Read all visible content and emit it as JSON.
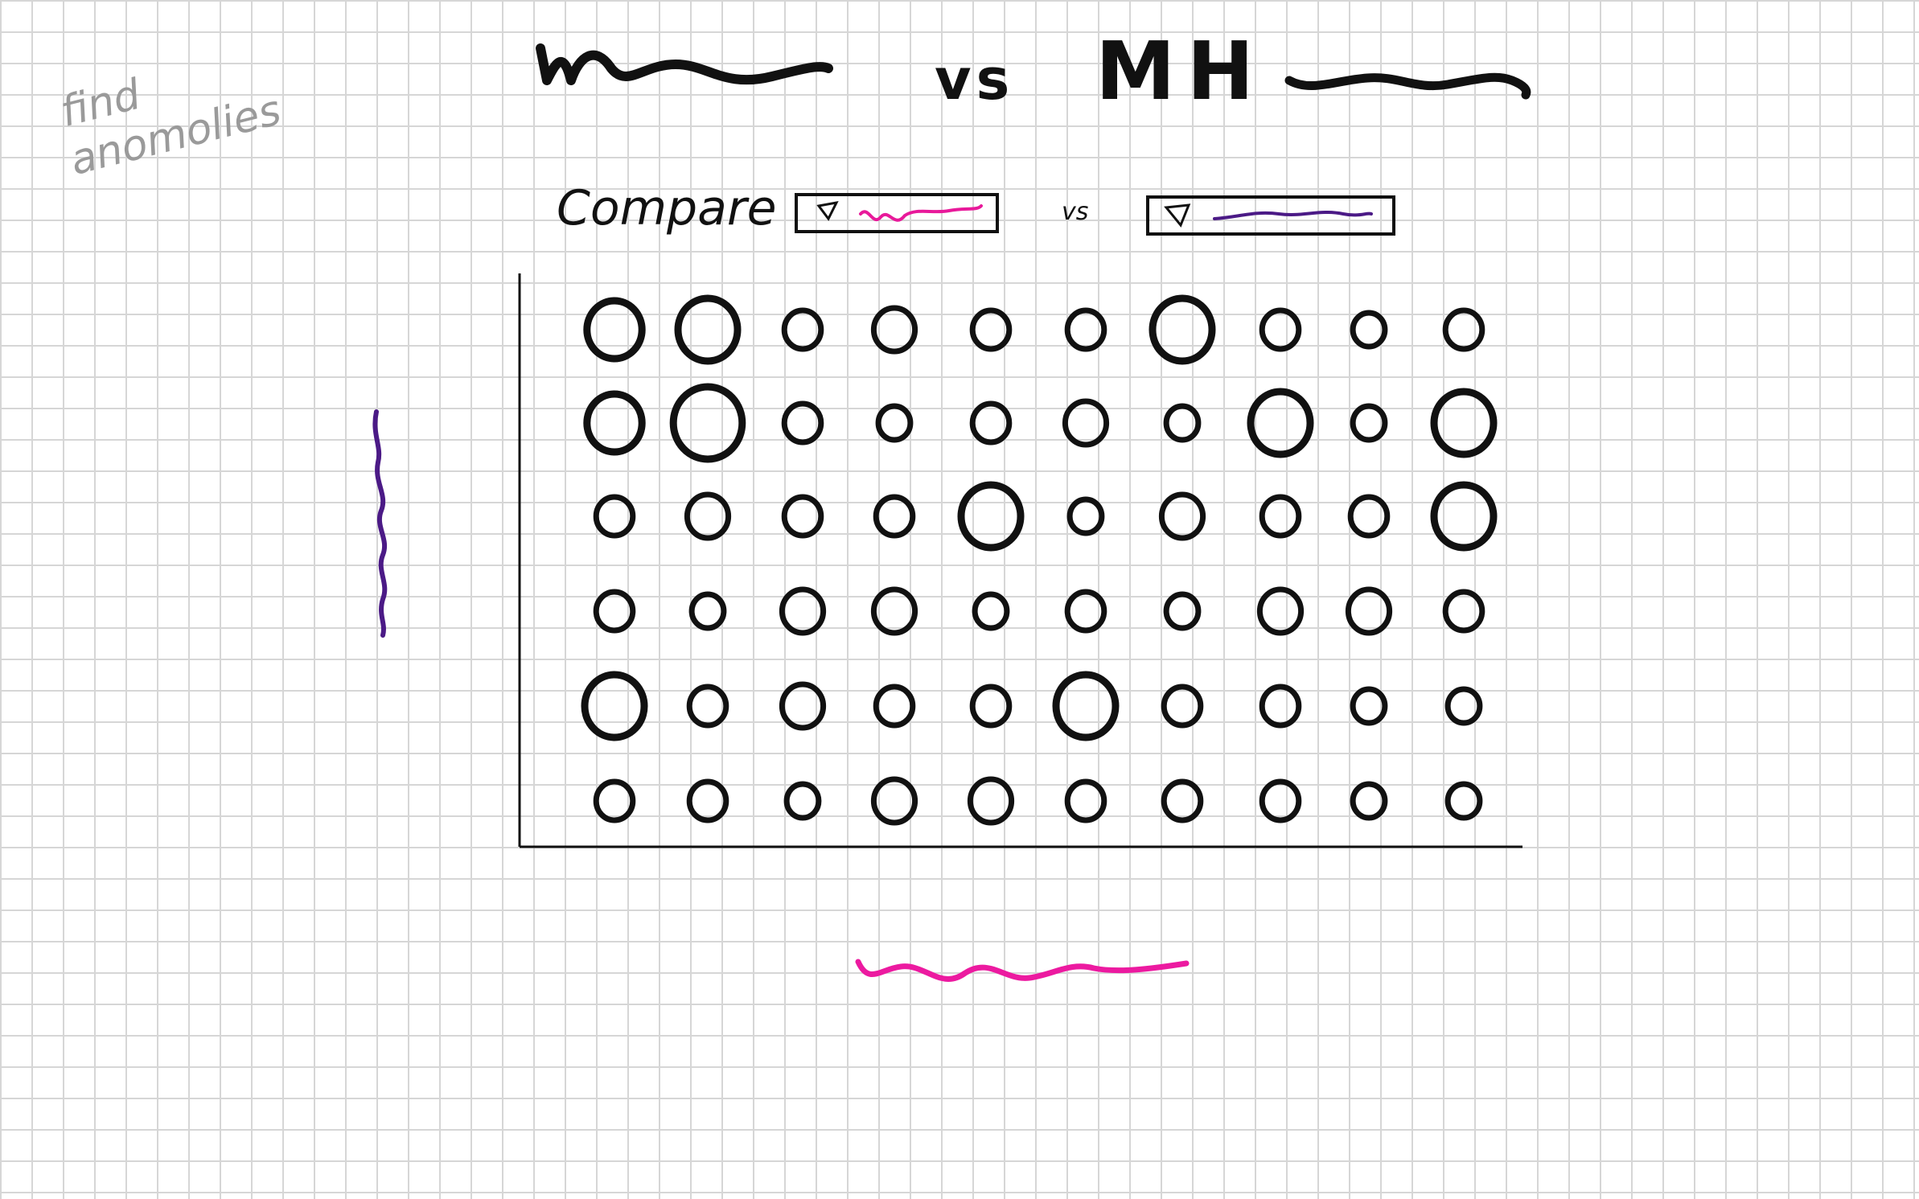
{
  "note": {
    "line1": "find",
    "line2": "anomolies"
  },
  "title": {
    "vs": "vs",
    "right_label": "MH"
  },
  "controls": {
    "compare_label": "Compare",
    "vs_label": "vs",
    "left_dropdown": {
      "icon": "triangle-caret-icon",
      "color": "#e8199a"
    },
    "right_dropdown": {
      "icon": "triangle-caret-icon",
      "color": "#4b1a86"
    }
  },
  "axes": {
    "x_placeholder_color": "#ec1aa0",
    "y_placeholder_color": "#4b1a86"
  },
  "chart_data": {
    "type": "scatter",
    "rows": 6,
    "cols": 10,
    "values": [
      [
        1.2,
        1.3,
        0.8,
        0.9,
        0.8,
        0.8,
        1.3,
        0.8,
        0.7,
        0.8
      ],
      [
        1.2,
        1.5,
        0.8,
        0.7,
        0.8,
        0.9,
        0.7,
        1.3,
        0.7,
        1.3
      ],
      [
        0.8,
        0.9,
        0.8,
        0.8,
        1.3,
        0.7,
        0.9,
        0.8,
        0.8,
        1.3
      ],
      [
        0.8,
        0.7,
        0.9,
        0.9,
        0.7,
        0.8,
        0.7,
        0.9,
        0.9,
        0.8
      ],
      [
        1.3,
        0.8,
        0.9,
        0.8,
        0.8,
        1.3,
        0.8,
        0.8,
        0.7,
        0.7
      ],
      [
        0.8,
        0.8,
        0.7,
        0.9,
        0.9,
        0.8,
        0.8,
        0.8,
        0.7,
        0.7
      ]
    ]
  }
}
